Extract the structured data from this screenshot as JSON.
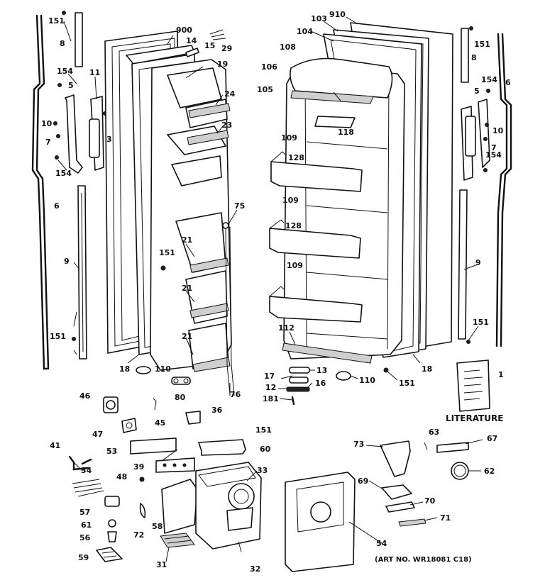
{
  "diagram": {
    "art_number": "(ART NO. WR18081 C18)",
    "literature_label": "LITERATURE",
    "callouts": {
      "c151_tl": "151",
      "c8_l": "8",
      "c154_l": "154",
      "c11": "11",
      "c5_l": "5",
      "c10_l": "10",
      "c7_l": "7",
      "c3": "3",
      "c154_l2": "154",
      "c6_l": "6",
      "c9_l": "9",
      "c151_bl": "151",
      "c900": "900",
      "c14": "14",
      "c15": "15",
      "c29": "29",
      "c19": "19",
      "c24": "24",
      "c23": "23",
      "c75": "75",
      "c151_m": "151",
      "c21_a": "21",
      "c21_b": "21",
      "c21_c": "21",
      "c18_l": "18",
      "c110_l": "110",
      "c80": "80",
      "c76": "76",
      "c103": "103",
      "c910": "910",
      "c104": "104",
      "c108": "108",
      "c106": "106",
      "c105": "105",
      "c118": "118",
      "c109_a": "109",
      "c128_a": "128",
      "c109_b": "109",
      "c128_b": "128",
      "c109_c": "109",
      "c112": "112",
      "c18_r": "18",
      "c17": "17",
      "c13": "13",
      "c12": "12",
      "c16": "16",
      "c110_r": "110",
      "c151_r": "151",
      "c181": "181",
      "c151_tr": "151",
      "c8_r": "8",
      "c6_r": "6",
      "c154_r": "154",
      "c5_r": "5",
      "c10_r": "10",
      "c7_r": "7",
      "c154_r2": "154",
      "c9_r": "9",
      "c151_br": "151",
      "c1": "1",
      "c46": "46",
      "c45": "45",
      "c36": "36",
      "c47": "47",
      "c151_c": "151",
      "c53": "53",
      "c60": "60",
      "c41": "41",
      "c39": "39",
      "c34": "34",
      "c48": "48",
      "c33": "33",
      "c57": "57",
      "c58": "58",
      "c61": "61",
      "c72": "72",
      "c56": "56",
      "c59": "59",
      "c31": "31",
      "c32": "32",
      "c54": "54",
      "c73": "73",
      "c63": "63",
      "c67": "67",
      "c62": "62",
      "c69": "69",
      "c70": "70",
      "c71": "71"
    }
  }
}
